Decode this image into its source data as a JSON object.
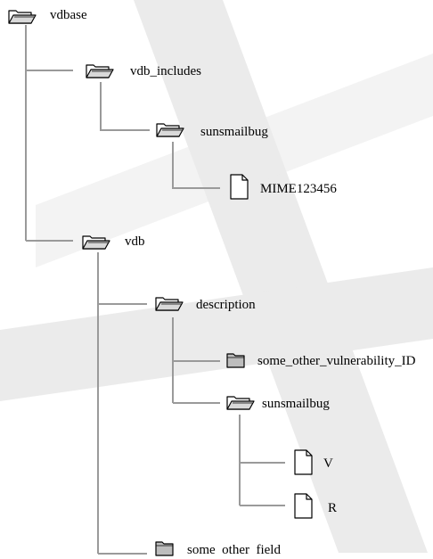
{
  "colors": {
    "connector": "#9a9a9a",
    "icon_outline": "#000000",
    "folder_fill": "#bdbdbd",
    "watermark": "#ebebeb"
  },
  "nodes": {
    "vdbase": {
      "label": "vdbase",
      "icon": "open-folder-icon"
    },
    "vdb_includes": {
      "label": "vdb_includes",
      "icon": "open-folder-icon"
    },
    "sunsmailbug_1": {
      "label": "sunsmailbug",
      "icon": "open-folder-icon"
    },
    "mime": {
      "label": "MIME123456",
      "icon": "file-icon"
    },
    "vdb": {
      "label": "vdb",
      "icon": "open-folder-icon"
    },
    "description": {
      "label": "description",
      "icon": "open-folder-icon"
    },
    "some_other_vuln": {
      "label": "some_other_vulnerability_ID",
      "icon": "closed-folder-icon"
    },
    "sunsmailbug_2": {
      "label": "sunsmailbug",
      "icon": "open-folder-icon"
    },
    "v": {
      "label": "V",
      "icon": "file-icon"
    },
    "r": {
      "label": "R",
      "icon": "file-icon"
    },
    "some_other_field": {
      "label": "some_other_field",
      "display": "some  other  field",
      "icon": "closed-folder-icon"
    }
  }
}
